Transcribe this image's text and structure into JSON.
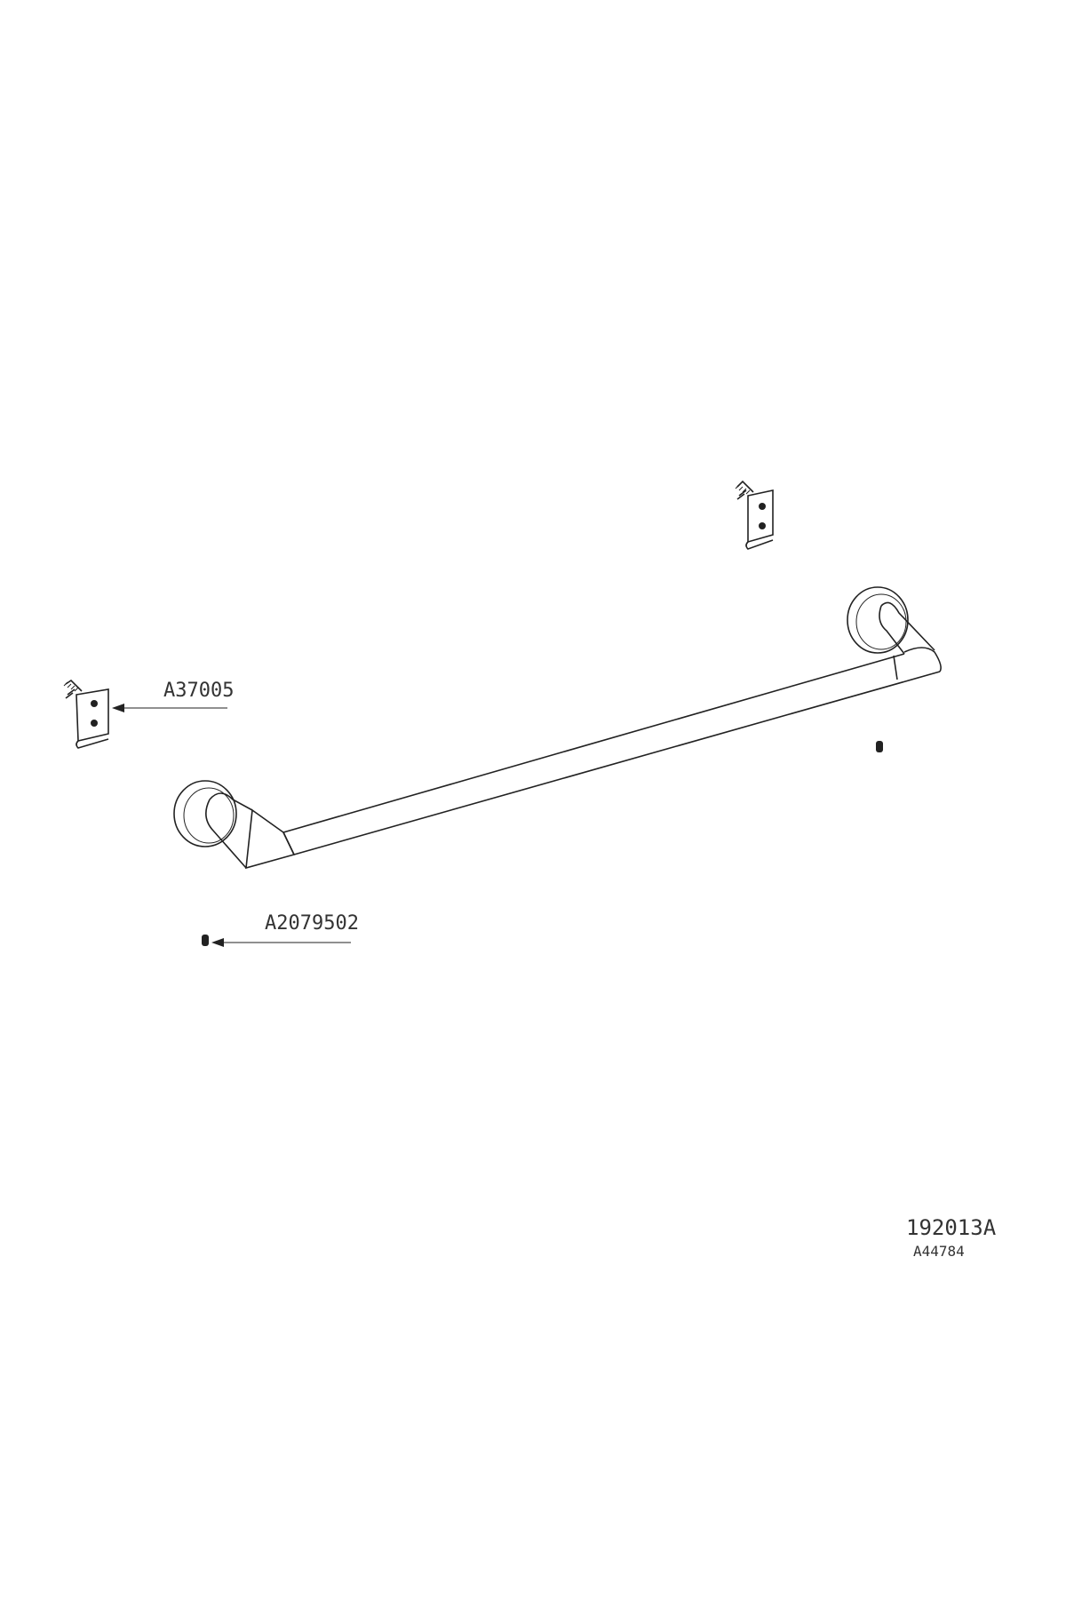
{
  "drawing": {
    "callouts": [
      {
        "part_number": "A37005",
        "icon": "wall-bracket-icon"
      },
      {
        "part_number": "A2079502",
        "icon": "set-screw-icon"
      }
    ],
    "model_number": "192013A",
    "drawing_number": "A44784",
    "main_part": "towel-bar-icon"
  }
}
